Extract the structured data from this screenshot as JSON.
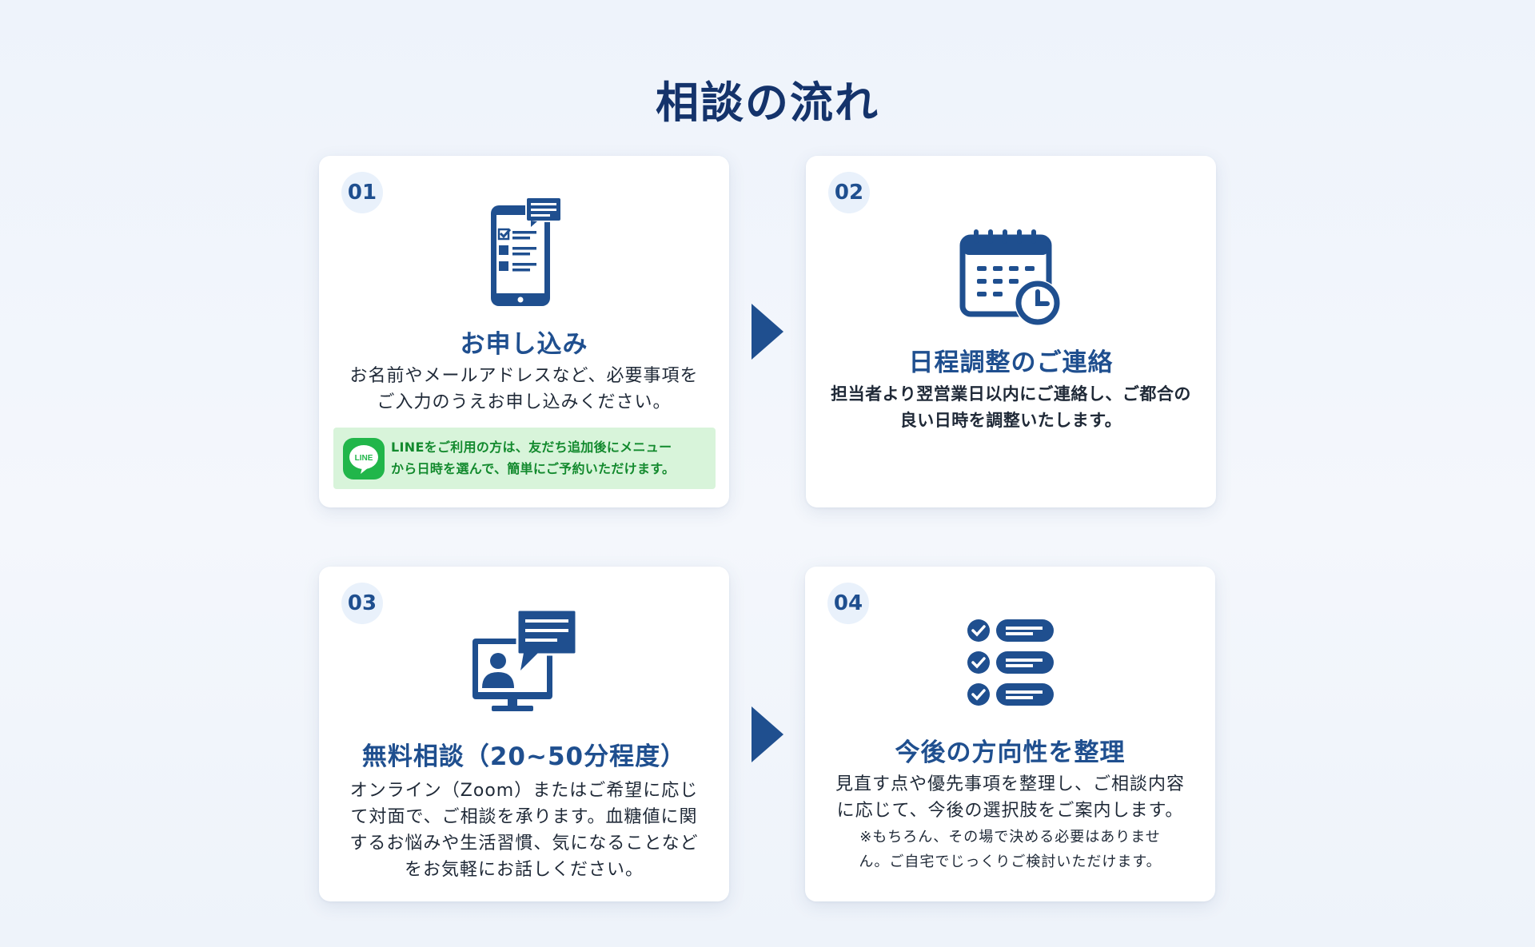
{
  "section": {
    "title": "相談の流れ"
  },
  "steps": [
    {
      "number": "01",
      "icon": "mobile-form-icon",
      "title": "お申し込み",
      "body_lines": [
        "お名前やメールアドレスなど、必要事項を",
        "ご入力のうえお申し込みください。"
      ],
      "line_note": {
        "logo_text": "LINE",
        "lines": [
          "LINEをご利用の方は、友だち追加後にメニュー",
          "から日時を選んで、簡単にご予約いただけます。"
        ]
      }
    },
    {
      "number": "02",
      "icon": "calendar-clock-icon",
      "title": "日程調整のご連絡",
      "body_lines": [
        "担当者より翌営業日以内にご連絡し、ご都合の",
        "良い日時を調整いたします。"
      ]
    },
    {
      "number": "03",
      "icon": "video-consultation-icon",
      "title": "無料相談（20~50分程度）",
      "body_lines": [
        "オンライン（Zoom）またはご希望に応じ",
        "て対面で、ご相談を承ります。血糖値に関",
        "するお悩みや生活習慣、気になることなど",
        "をお気軽にお話しください。"
      ]
    },
    {
      "number": "04",
      "icon": "checklist-icon",
      "title": "今後の方向性を整理",
      "body_lines": [
        "見直す点や優先事項を整理し、ご相談内容",
        "に応じて、今後の選択肢をご案内します。"
      ],
      "note_lines": [
        "※もちろん、その場で決める必要はありませ",
        "ん。ご自宅でじっくりご検討いただけます。"
      ]
    }
  ],
  "colors": {
    "brand": "#1f4f8f",
    "title": "#14336b",
    "line_green": "#21b64a",
    "line_bg": "#d8f4da"
  }
}
